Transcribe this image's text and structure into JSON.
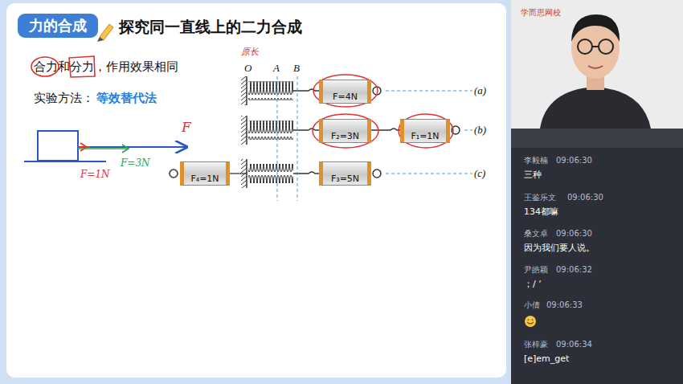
{
  "diagram": {
    "title": "探究同一直线上的二力合成",
    "nodes": [
      {
        "text": [
          "力的合成"
        ]
      },
      {
        "text": [
          "F=4N"
        ]
      },
      {
        "text": [
          "F₂=3N"
        ]
      },
      {
        "text": [
          "F₁=1N"
        ]
      },
      {
        "text": [
          "F₄=1N"
        ]
      },
      {
        "text": [
          "F₃=5N"
        ]
      }
    ],
    "labels": [
      "合力和分力，作用效果相同",
      "实验方法：",
      "等效替代法",
      "F",
      "F=1N",
      "F=3N",
      "原长",
      "O",
      "A",
      "B",
      "(a)",
      "(b)",
      "(c)",
      "学而思网校",
      "李毅楠",
      "09:06:30",
      "三种",
      "王鉴乐文",
      "09:06:30",
      "134都嘛",
      "桑文卓",
      "09:06:30",
      "因为我们要人说。",
      "尹皓颖",
      "09:06:32",
      "；/ ‘",
      "小倩",
      "09:06:33",
      "张梓豪",
      "09:06:34",
      "[e]em_get"
    ]
  }
}
